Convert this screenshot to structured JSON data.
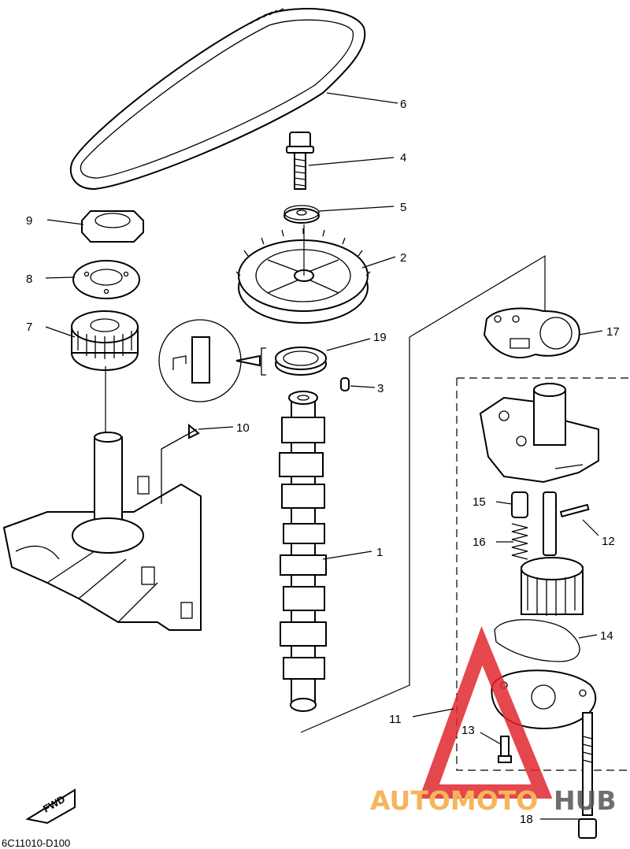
{
  "diagram_code": "6C11010-D100",
  "fwd_label": "FWD",
  "watermark": {
    "brand_a": "AUTOMOTO",
    "brand_b": "HUB",
    "color_a": "#f4a940",
    "color_b": "#555555",
    "triangle_color": "#e0282e"
  },
  "parts": [
    {
      "id": "part-1",
      "label": "1"
    },
    {
      "id": "part-2",
      "label": "2"
    },
    {
      "id": "part-3",
      "label": "3"
    },
    {
      "id": "part-4",
      "label": "4"
    },
    {
      "id": "part-5",
      "label": "5"
    },
    {
      "id": "part-6",
      "label": "6"
    },
    {
      "id": "part-7",
      "label": "7"
    },
    {
      "id": "part-8",
      "label": "8"
    },
    {
      "id": "part-9",
      "label": "9"
    },
    {
      "id": "part-10",
      "label": "10"
    },
    {
      "id": "part-11",
      "label": "11"
    },
    {
      "id": "part-12",
      "label": "12"
    },
    {
      "id": "part-13",
      "label": "13"
    },
    {
      "id": "part-14",
      "label": "14"
    },
    {
      "id": "part-15",
      "label": "15"
    },
    {
      "id": "part-16",
      "label": "16"
    },
    {
      "id": "part-17",
      "label": "17"
    },
    {
      "id": "part-18",
      "label": "18"
    },
    {
      "id": "part-19",
      "label": "19"
    }
  ]
}
